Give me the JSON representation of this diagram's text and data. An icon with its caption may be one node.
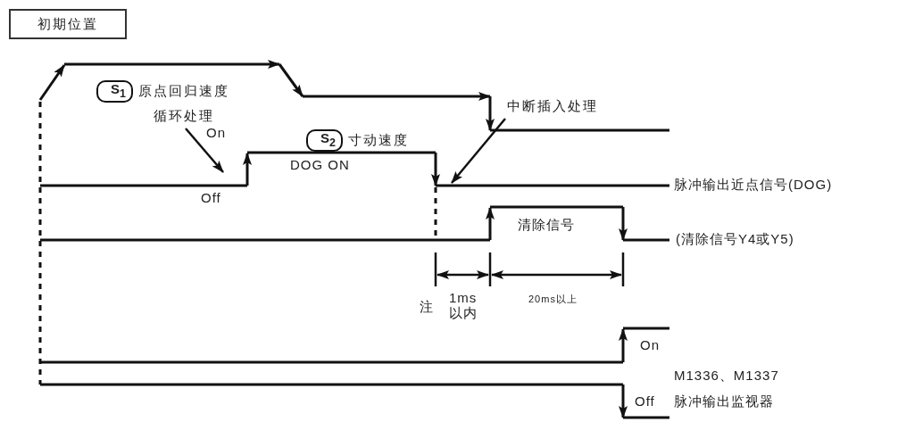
{
  "diagram": {
    "nodes": [
      {
        "text": [
          "初期位置"
        ]
      },
      {
        "text": [
          "S$_{1}$"
        ],
        "beside": [
          "原点回归速度"
        ]
      },
      {
        "text": [
          "S$_{2}$"
        ],
        "beside": [
          "寸动速度"
        ]
      },
      {
        "text": [
          "循环处理"
        ]
      },
      {
        "text": [
          "中断插入处理"
        ]
      }
    ],
    "edges": [
      {
        "from": 3,
        "to": null,
        "arrow": "to"
      },
      {
        "from": 4,
        "to": null,
        "arrow": "to"
      }
    ],
    "labels": [
      "On",
      "DOG ON",
      "Off",
      "脉冲输出近点信号(DOG)",
      "清除信号",
      "(清除信号Y4或Y5)",
      "注",
      "1ms 以内",
      "20ms以上",
      "On",
      "M1336、M1337",
      "Off",
      "脉冲输出监视器"
    ]
  }
}
